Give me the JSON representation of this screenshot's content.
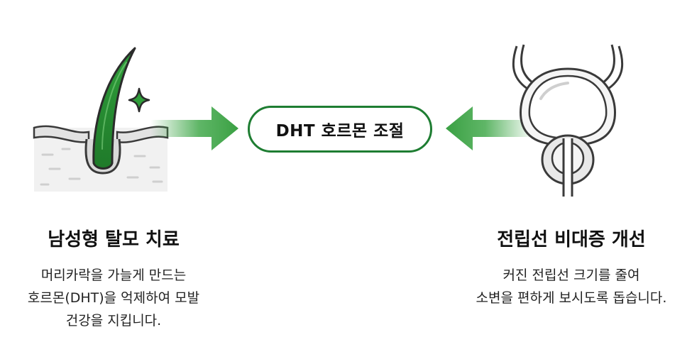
{
  "center": {
    "label": "DHT 호르몬 조절"
  },
  "left": {
    "title": "남성형 탈모 치료",
    "desc_lines": [
      "머리카락을 가늘게 만드는",
      "호르몬(DHT)을 억제하여 모발",
      "건강을 지킵니다."
    ]
  },
  "right": {
    "title": "전립선 비대증 개선",
    "desc_lines": [
      "커진 전립선 크기를 줄여",
      "소변을 편하게 보시도록 돕습니다."
    ]
  },
  "colors": {
    "accent": "#1e7d32",
    "hair_fill": "#2f9e3a",
    "arrow": "#43a94c",
    "outline": "#3a3a3a",
    "skin_tile": "#f1f1f1"
  },
  "icons": {
    "left": "hair-follicle-icon",
    "right": "prostate-bladder-icon",
    "sparkle": "sparkle-icon"
  }
}
